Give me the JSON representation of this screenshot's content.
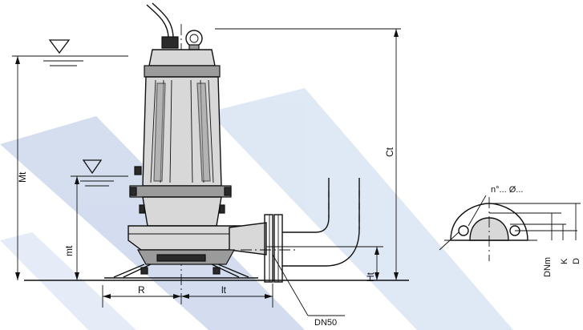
{
  "dimensions": {
    "Mt": "Mt",
    "mt": "mt",
    "Ct": "Ct",
    "Ht": "Ht",
    "R": "R",
    "lt": "lt",
    "DN50": "DN50",
    "hole_note": "n°... Ø...",
    "DNm": "DNm",
    "K": "K",
    "D": "D"
  },
  "colors": {
    "watermark": "#9fb6dc",
    "line": "#111111",
    "pump_body": "#d8d8d8"
  },
  "icons": {
    "water_level_upper": "water-level-triangle-icon",
    "water_level_lower": "water-level-triangle-icon"
  }
}
